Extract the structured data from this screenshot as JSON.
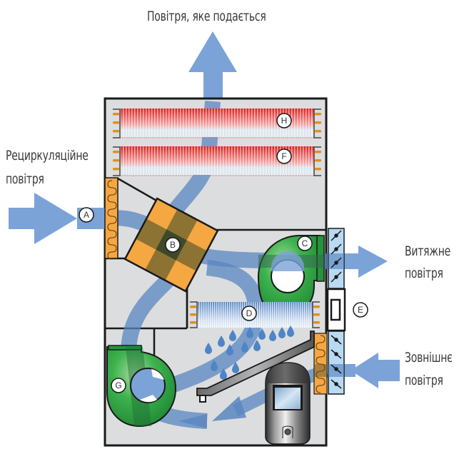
{
  "title": "Повітря, яке подається",
  "labels": {
    "recirculation_line1": "Рециркуляційне",
    "recirculation_line2": "повітря",
    "exhaust_line1": "Витяжне",
    "exhaust_line2": "повітря",
    "outdoor_line1": "Зовнішнє",
    "outdoor_line2": "повітря"
  },
  "components": [
    {
      "id": "A",
      "name": "recirculation-filter"
    },
    {
      "id": "B",
      "name": "cross-flow-heat-exchanger"
    },
    {
      "id": "C",
      "name": "exhaust-fan"
    },
    {
      "id": "D",
      "name": "cooling-coil"
    },
    {
      "id": "E",
      "name": "damper-section"
    },
    {
      "id": "F",
      "name": "reheat-coil"
    },
    {
      "id": "G",
      "name": "supply-fan"
    },
    {
      "id": "H",
      "name": "heating-coil"
    }
  ],
  "colors": {
    "airflow": "#6f95c8",
    "cabinet": "#dcdddf",
    "exchanger": "#f5a742",
    "fan": "#2ea344",
    "heat_coil": "#e03030",
    "cool_coil": "#5b86c2",
    "damper": "#b8daf2"
  }
}
